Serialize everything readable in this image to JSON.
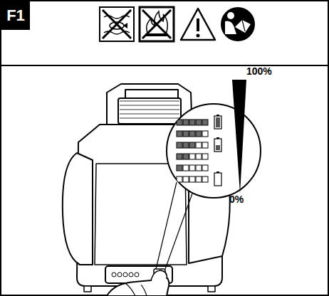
{
  "diagram": {
    "nodes": [
      {
        "text": [
          "F1"
        ]
      }
    ],
    "labels": [
      "100%",
      "0%"
    ]
  }
}
